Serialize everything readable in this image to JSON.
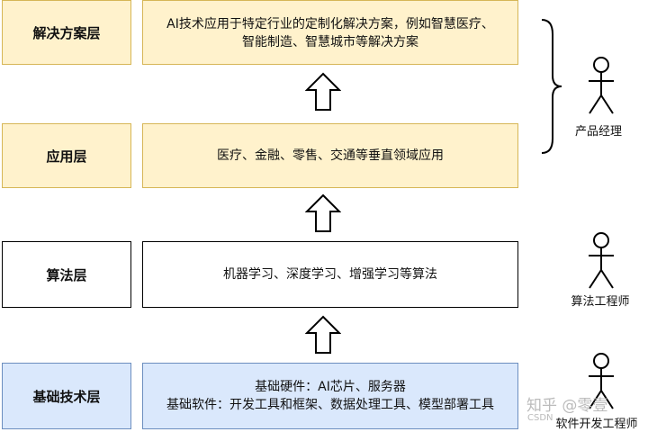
{
  "layers": [
    {
      "label": "解决方案层",
      "desc": [
        "AI技术应用于特定行业的定制化解决方案，例如智慧医疗、",
        "智能制造、智慧城市等解决方案"
      ]
    },
    {
      "label": "应用层",
      "desc": [
        "医疗、金融、零售、交通等垂直领域应用"
      ]
    },
    {
      "label": "算法层",
      "desc": [
        "机器学习、深度学习、增强学习等算法"
      ]
    },
    {
      "label": "基础技术层",
      "desc": [
        "基础硬件：AI芯片、服务器",
        "基础软件：开发工具和框架、数据处理工具、模型部署工具"
      ]
    }
  ],
  "roles": {
    "product_manager": "产品经理",
    "algorithm_engineer": "算法工程师",
    "software_engineer": "软件开发工程师"
  },
  "watermark": "知乎 @零壹",
  "watermark_small": "CSDN",
  "colors": {
    "yellow_fill": "#fff2cc",
    "yellow_border": "#d6b656",
    "blue_fill": "#dae8fc",
    "blue_border": "#6c8ebf"
  }
}
